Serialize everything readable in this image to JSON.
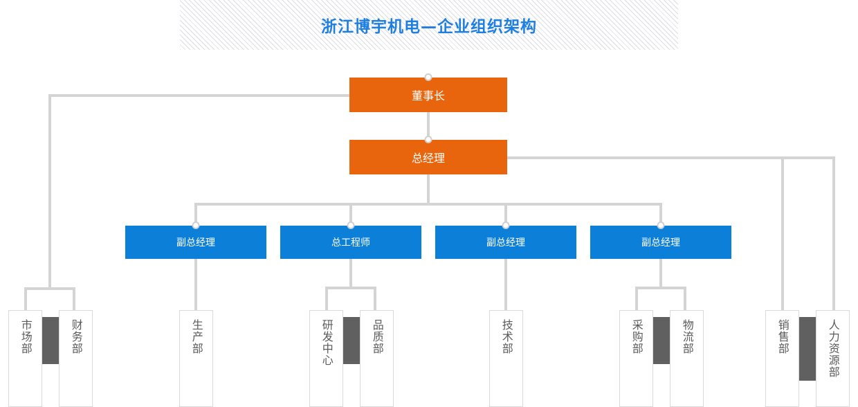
{
  "title": {
    "text": "浙江博宇机电—企业组织架构",
    "color": "#1f7fe0"
  },
  "colors": {
    "orange": "#e8650d",
    "blue": "#0c80d8",
    "connector": "#d4d4d4",
    "slab": "#606060",
    "dept_border": "#d9d9d9",
    "dept_text": "#5a5a5a"
  },
  "chart_data": {
    "type": "diagram",
    "diagram_kind": "organization-chart",
    "title": "浙江博宇机电—企业组织架构",
    "levels": [
      {
        "level": 1,
        "nodes": [
          "董事长"
        ]
      },
      {
        "level": 2,
        "nodes": [
          "总经理"
        ]
      },
      {
        "level": 3,
        "nodes": [
          "副总经理",
          "总工程师",
          "副总经理",
          "副总经理"
        ]
      },
      {
        "level": 4,
        "nodes": [
          "市场部",
          "财务部",
          "生产部",
          "研发中心",
          "品质部",
          "技术部",
          "采购部",
          "物流部",
          "销售部",
          "人力资源部"
        ]
      }
    ],
    "edges": [
      {
        "from": "董事长",
        "to": "总经理"
      },
      {
        "from": "董事长",
        "to": "市场部"
      },
      {
        "from": "董事长",
        "to": "财务部"
      },
      {
        "from": "总经理",
        "to": "副总经理 (1)"
      },
      {
        "from": "总经理",
        "to": "总工程师"
      },
      {
        "from": "总经理",
        "to": "副总经理 (2)"
      },
      {
        "from": "总经理",
        "to": "副总经理 (3)"
      },
      {
        "from": "总经理",
        "to": "销售部"
      },
      {
        "from": "总经理",
        "to": "人力资源部"
      },
      {
        "from": "副总经理 (1)",
        "to": "生产部"
      },
      {
        "from": "总工程师",
        "to": "研发中心"
      },
      {
        "from": "总工程师",
        "to": "品质部"
      },
      {
        "from": "副总经理 (2)",
        "to": "技术部"
      },
      {
        "from": "副总经理 (3)",
        "to": "采购部"
      },
      {
        "from": "副总经理 (3)",
        "to": "物流部"
      }
    ]
  },
  "nodes": {
    "chairman": {
      "label": "董事长"
    },
    "general_manager": {
      "label": "总经理"
    },
    "managers": [
      {
        "label": "副总经理"
      },
      {
        "label": "总工程师"
      },
      {
        "label": "副总经理"
      },
      {
        "label": "副总经理"
      }
    ],
    "departments": [
      {
        "label": "市场部"
      },
      {
        "label": "财务部"
      },
      {
        "label": "生产部"
      },
      {
        "label": "研发中心"
      },
      {
        "label": "品质部"
      },
      {
        "label": "技术部"
      },
      {
        "label": "采购部"
      },
      {
        "label": "物流部"
      },
      {
        "label": "销售部"
      },
      {
        "label": "人力资源部"
      }
    ]
  }
}
